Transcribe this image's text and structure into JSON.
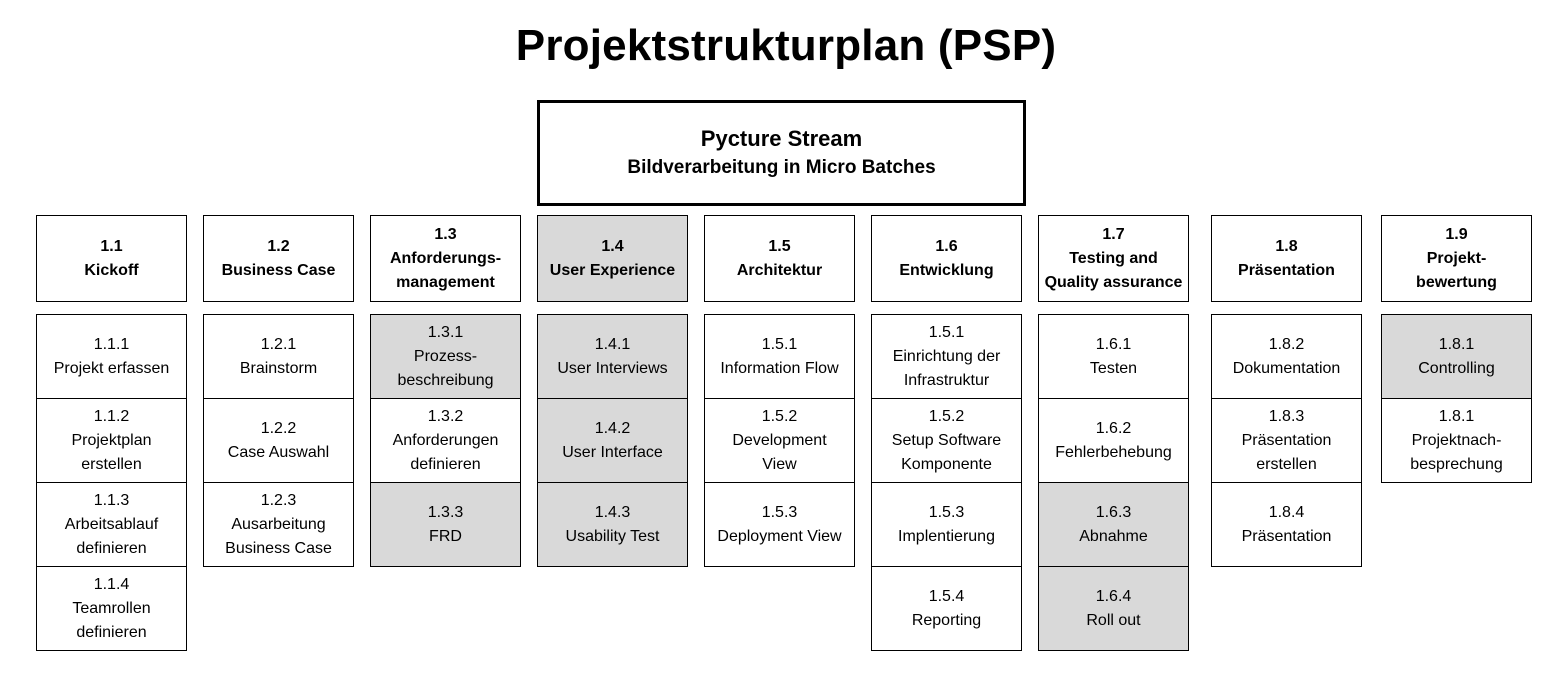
{
  "title": "Projektstrukturplan (PSP)",
  "root": {
    "line1": "Pycture Stream",
    "line2": "Bildverarbeitung in Micro Batches"
  },
  "colors": {
    "highlight": "#d9d9d9",
    "box": "#ffffff",
    "border": "#000000"
  },
  "columns": [
    {
      "id": "1.1",
      "label": "Kickoff",
      "highlight": false,
      "tasks": [
        {
          "id": "1.1.1",
          "label": "Projekt erfassen",
          "highlight": false
        },
        {
          "id": "1.1.2",
          "label": "Projektplan\nerstellen",
          "highlight": false
        },
        {
          "id": "1.1.3",
          "label": "Arbeitsablauf\ndefinieren",
          "highlight": false
        },
        {
          "id": "1.1.4",
          "label": "Teamrollen\ndefinieren",
          "highlight": false
        }
      ]
    },
    {
      "id": "1.2",
      "label": "Business Case",
      "highlight": false,
      "tasks": [
        {
          "id": "1.2.1",
          "label": "Brainstorm",
          "highlight": false
        },
        {
          "id": "1.2.2",
          "label": "Case Auswahl",
          "highlight": false
        },
        {
          "id": "1.2.3",
          "label": "Ausarbeitung\nBusiness Case",
          "highlight": false
        }
      ]
    },
    {
      "id": "1.3",
      "label": "Anforderungs-\nmanagement",
      "highlight": false,
      "tasks": [
        {
          "id": "1.3.1",
          "label": "Prozess-\nbeschreibung",
          "highlight": true
        },
        {
          "id": "1.3.2",
          "label": "Anforderungen\ndefinieren",
          "highlight": false
        },
        {
          "id": "1.3.3",
          "label": "FRD",
          "highlight": true
        }
      ]
    },
    {
      "id": "1.4",
      "label": "User Experience",
      "highlight": true,
      "tasks": [
        {
          "id": "1.4.1",
          "label": "User Interviews",
          "highlight": true
        },
        {
          "id": "1.4.2",
          "label": "User Interface",
          "highlight": true
        },
        {
          "id": "1.4.3",
          "label": "Usability Test",
          "highlight": true
        }
      ]
    },
    {
      "id": "1.5",
      "label": "Architektur",
      "highlight": false,
      "tasks": [
        {
          "id": "1.5.1",
          "label": "Information Flow",
          "highlight": false
        },
        {
          "id": "1.5.2",
          "label": "Development\nView",
          "highlight": false
        },
        {
          "id": "1.5.3",
          "label": "Deployment View",
          "highlight": false
        }
      ]
    },
    {
      "id": "1.6",
      "label": "Entwicklung",
      "highlight": false,
      "tasks": [
        {
          "id": "1.5.1",
          "label": "Einrichtung der\nInfrastruktur",
          "highlight": false
        },
        {
          "id": "1.5.2",
          "label": "Setup Software\nKomponente",
          "highlight": false
        },
        {
          "id": "1.5.3",
          "label": "Implentierung",
          "highlight": false
        },
        {
          "id": "1.5.4",
          "label": "Reporting",
          "highlight": false
        }
      ]
    },
    {
      "id": "1.7",
      "label": "Testing and\nQuality assurance",
      "highlight": false,
      "tasks": [
        {
          "id": "1.6.1",
          "label": "Testen",
          "highlight": false
        },
        {
          "id": "1.6.2",
          "label": "Fehlerbehebung",
          "highlight": false
        },
        {
          "id": "1.6.3",
          "label": "Abnahme",
          "highlight": true
        },
        {
          "id": "1.6.4",
          "label": "Roll out",
          "highlight": true
        }
      ]
    },
    {
      "id": "1.8",
      "label": "Präsentation",
      "highlight": false,
      "tasks": [
        {
          "id": "1.8.2",
          "label": "Dokumentation",
          "highlight": false
        },
        {
          "id": "1.8.3",
          "label": "Präsentation\nerstellen",
          "highlight": false
        },
        {
          "id": "1.8.4",
          "label": "Präsentation",
          "highlight": false
        }
      ]
    },
    {
      "id": "1.9",
      "label": "Projekt-\nbewertung",
      "highlight": false,
      "tasks": [
        {
          "id": "1.8.1",
          "label": "Controlling",
          "highlight": true
        },
        {
          "id": "1.8.1",
          "label": "Projektnach-\nbesprechung",
          "highlight": false
        }
      ]
    }
  ]
}
